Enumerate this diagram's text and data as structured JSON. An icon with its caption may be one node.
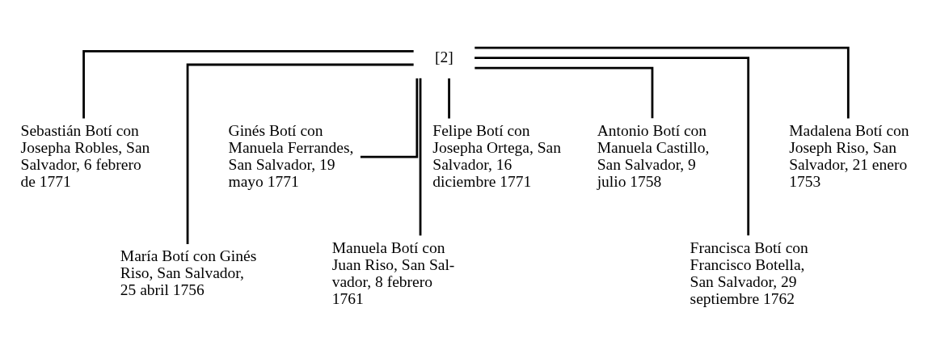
{
  "diagram": {
    "nodes": [
      {
        "text": [
          "[2]"
        ]
      },
      {
        "text": [
          "Sebastián Botí con Josepha Robles, San Salvador, 6 febrero de 1771"
        ]
      },
      {
        "text": [
          "Ginés Botí con Manuela Ferrandes, San Salvador, 19 mayo 1771"
        ]
      },
      {
        "text": [
          "Felipe Botí con Josepha Ortega, San Salvador, 16 diciembre 1771"
        ]
      },
      {
        "text": [
          "Antonio Botí con Manuela Castillo, San Salvador, 9 julio 1758"
        ]
      },
      {
        "text": [
          "Madalena Botí con Joseph Riso, San Salvador, 21 enero 1753"
        ]
      },
      {
        "text": [
          "María Botí con Ginés Riso, San Salvador, 25 abril 1756"
        ]
      },
      {
        "text": [
          "Manuela Botí con Juan Riso, San Sal- vador, 8 febrero 1761"
        ]
      },
      {
        "text": [
          "Francisca Botí con Francisco Botella, San Salvador, 29 septiembre 1762"
        ]
      }
    ],
    "edges": [
      {
        "from": 0,
        "to": 1,
        "arrow": "none"
      },
      {
        "from": 0,
        "to": 6,
        "arrow": "none"
      },
      {
        "from": 0,
        "to": 2,
        "arrow": "none"
      },
      {
        "from": 0,
        "to": 7,
        "arrow": "none"
      },
      {
        "from": 0,
        "to": 3,
        "arrow": "none"
      },
      {
        "from": 0,
        "to": 4,
        "arrow": "none"
      },
      {
        "from": 0,
        "to": 8,
        "arrow": "none"
      },
      {
        "from": 0,
        "to": 5,
        "arrow": "none"
      }
    ]
  }
}
